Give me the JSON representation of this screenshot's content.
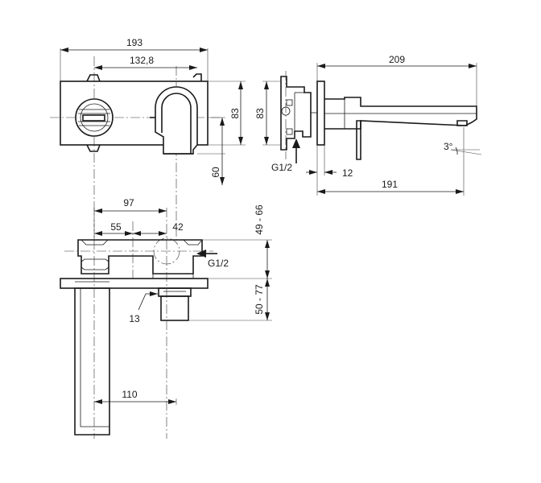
{
  "dimensions": {
    "front_width": "193",
    "front_hole_spacing": "132,8",
    "front_height": "83",
    "front_spout_offset": "60",
    "side_height": "83",
    "side_inlet_label": "G1/2",
    "side_wall_gap": "12",
    "side_total_length": "209",
    "side_spout_length": "191",
    "side_angle": "3°",
    "top_body_offset": "97",
    "top_left_offset": "55",
    "top_right_offset": "42",
    "top_inlet_label": "G1/2",
    "top_depth_range_upper": "49 - 66",
    "top_depth_range_lower": "50 - 77",
    "top_sleeve": "13",
    "top_spout_offset": "110"
  }
}
